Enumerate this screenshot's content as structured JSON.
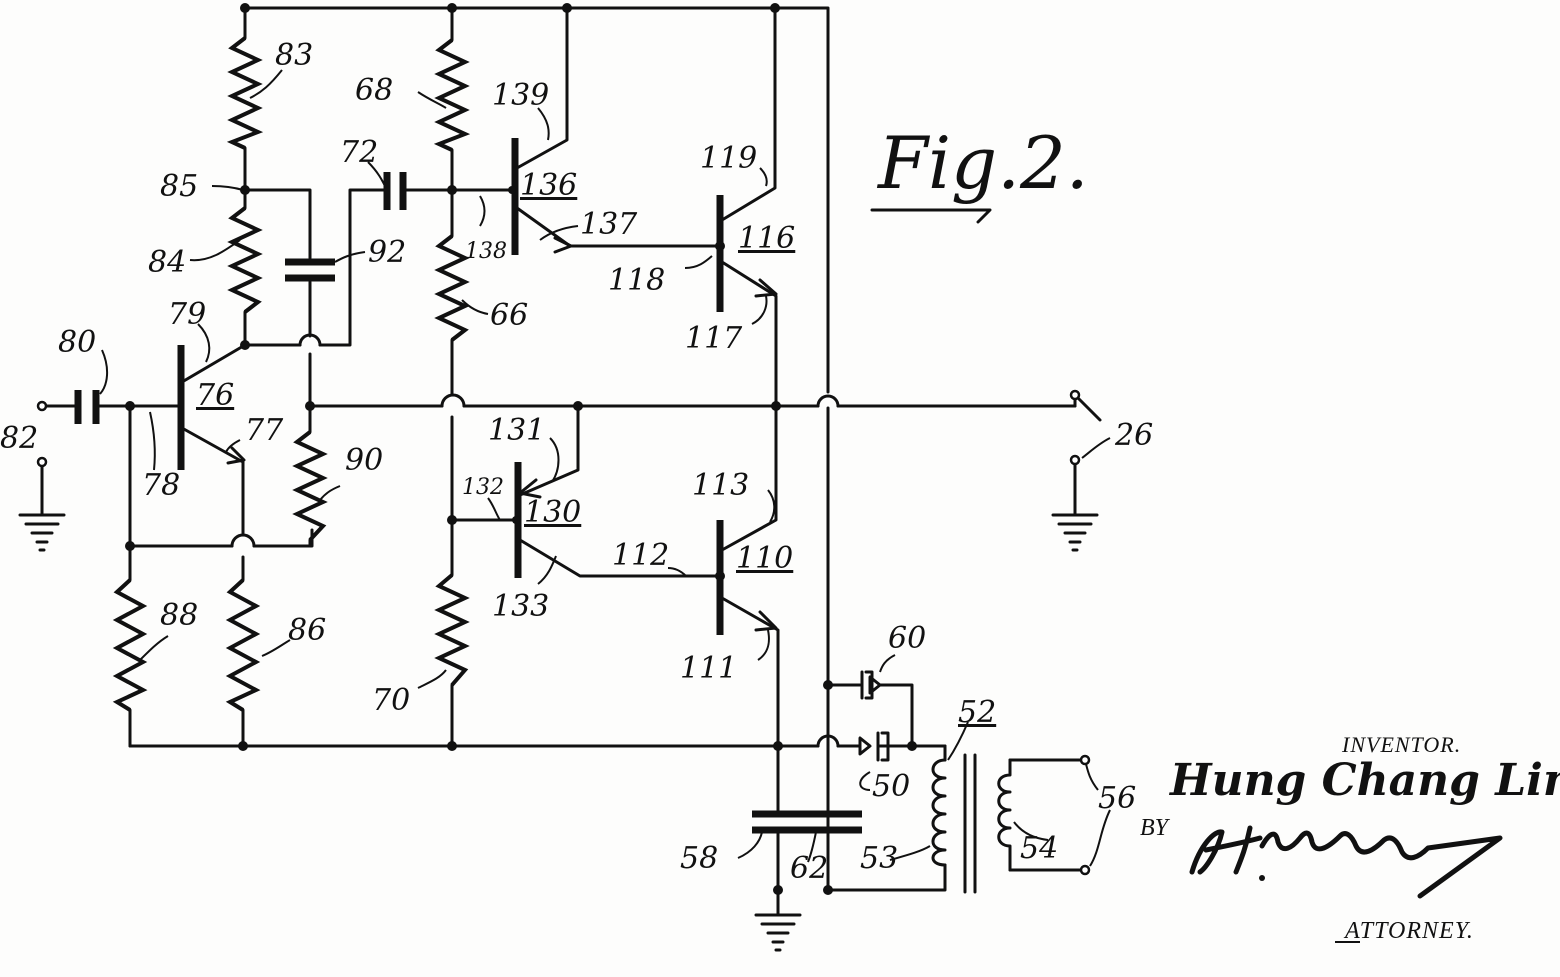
{
  "figure": {
    "title": "Fig.2."
  },
  "caption": {
    "inventor_label": "INVENTOR.",
    "inventor_name": "Hung Chang Lin",
    "by": "BY",
    "attorney_label": "ATTORNEY."
  },
  "reference_numerals": {
    "r83": "83",
    "r68": "68",
    "r139": "139",
    "r119": "119",
    "r85": "85",
    "r72": "72",
    "r136": "136",
    "r137": "137",
    "r116": "116",
    "r118": "118",
    "r84": "84",
    "r92": "92",
    "r138": "138",
    "r66": "66",
    "r117": "117",
    "r79": "79",
    "r80": "80",
    "r76": "76",
    "r77": "77",
    "r82": "82",
    "r78": "78",
    "r90": "90",
    "r26": "26",
    "r131": "131",
    "r132": "132",
    "r130": "130",
    "r113": "113",
    "r112": "112",
    "r110": "110",
    "r133": "133",
    "r88": "88",
    "r86": "86",
    "r111": "111",
    "r60": "60",
    "r70": "70",
    "r52": "52",
    "r50": "50",
    "r56": "56",
    "r58": "58",
    "r62": "62",
    "r53": "53",
    "r54": "54"
  }
}
